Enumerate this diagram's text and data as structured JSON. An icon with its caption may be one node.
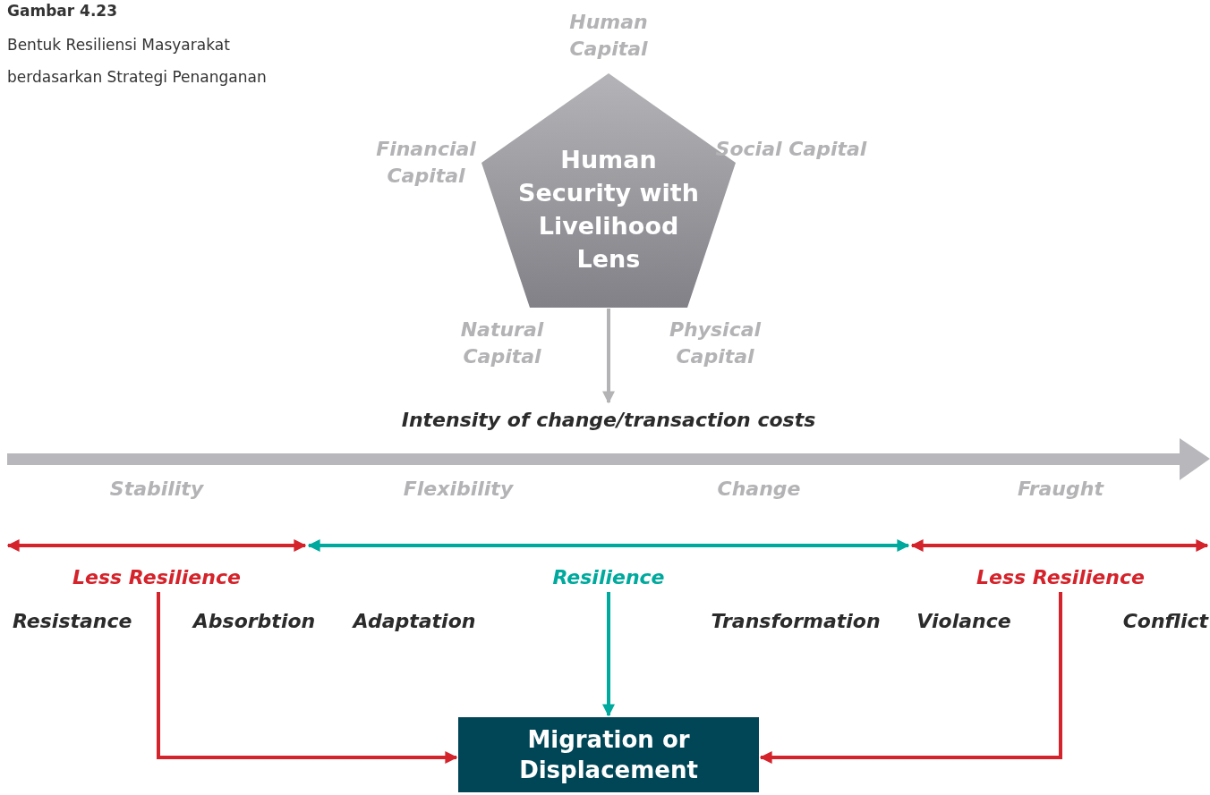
{
  "diagram": {
    "title": "Gambar 4.23",
    "caption": "Bentuk Resiliensi Masyarakat berdasarkan Strategi Penanganan",
    "nodes": [
      {
        "text": [
          "Human Security with Livelihood Lens"
        ],
        "beside": [
          "Human Capital",
          "Financial Capital",
          "Social Capital",
          "Natural Capital",
          "Physical Capital"
        ]
      },
      {
        "text": [
          "Intensity of change/transaction costs"
        ]
      },
      {
        "text": [
          "Less Resilience"
        ]
      },
      {
        "text": [
          "Resilience"
        ]
      },
      {
        "text": [
          "Less Resilience"
        ]
      },
      {
        "text": [
          "Migration or Displacement"
        ]
      }
    ],
    "edges": [
      {
        "from": 0,
        "to": 1,
        "arrow": "to",
        "color": "#b3b3b6"
      },
      {
        "from": 2,
        "to": 5,
        "arrow": "to",
        "color": "#d4232b"
      },
      {
        "from": 3,
        "to": 5,
        "arrow": "to",
        "color": "#00a99d"
      },
      {
        "from": 4,
        "to": 5,
        "arrow": "to",
        "color": "#d4232b"
      }
    ],
    "labels": [
      "Stability",
      "Flexibility",
      "Change",
      "Fraught",
      "Resistance",
      "Absorbtion",
      "Adaptation",
      "Transformation",
      "Violance",
      "Conflict"
    ]
  }
}
